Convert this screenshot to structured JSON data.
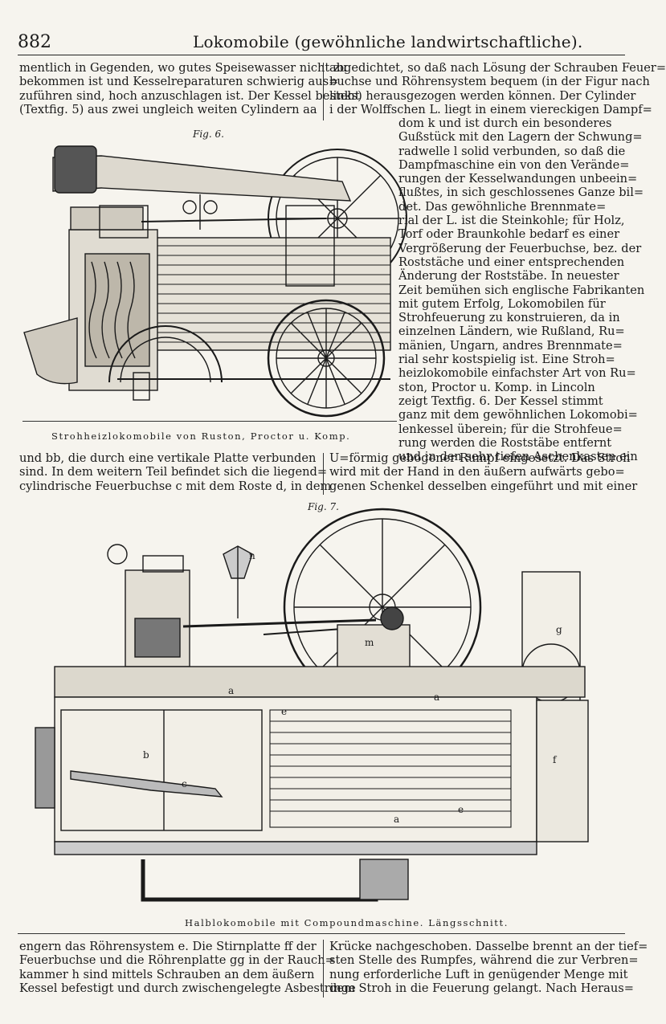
{
  "header": {
    "page_number": "882",
    "title": "Lokomobile (gewöhnliche landwirtschaftliche)."
  },
  "left_col_top": [
    "mentlich in Gegenden, wo gutes Speisewasser nicht zu",
    "bekommen ist und Kesselreparaturen schwierig aus=",
    "zuführen sind, hoch anzuschlagen ist. Der Kessel besteht",
    "(Textfig. 5) aus zwei ungleich weiten Cylindern aa"
  ],
  "right_col_top": [
    "abgedichtet, so daß nach Lösung der Schrauben Feuer=",
    "buchse und Röhrensystem bequem (in der Figur nach",
    "links) herausgezogen werden können. Der Cylinder",
    "i der Wolffschen L. liegt in einem viereckigen Dampf=",
    "dom k und ist durch ein besonderes",
    "Gußstück mit den Lagern der Schwung=",
    "radwelle l solid verbunden, so daß die",
    "Dampfmaschine ein von den Verände=",
    "rungen der Kesselwandungen unbeein=",
    "flußtes, in sich geschlossenes Ganze bil=",
    "det. Das gewöhnliche Brennmate=",
    "rial der L. ist die Steinkohle; für Holz,",
    "Torf oder Braunkohle bedarf es einer",
    "Vergrößerung der Feuerbuchse, bez. der",
    "Roststäche und einer entsprechenden",
    "Änderung der Roststäbe. In neuester",
    "Zeit bemühen sich englische Fabrikanten",
    "mit gutem Erfolg, Lokomobilen für",
    "Strohfeuerung zu konstruieren, da in",
    "einzelnen Ländern, wie Rußland, Ru=",
    "mänien, Ungarn, andres Brennmate=",
    "rial sehr kostspielig ist. Eine Stroh=",
    "heizlokomobile einfachster Art von Ru=",
    "ston, Proctor u. Komp. in Lincoln",
    "zeigt Textfig. 6. Der Kessel stimmt",
    "ganz mit dem gewöhnlichen Lokomobi=",
    "lenkessel überein; für die Strohfeue=",
    "rung werden die Roststäbe entfernt",
    "und in den sehr tiefen Aschenkasten ein"
  ],
  "fig6": {
    "label": "Fig. 6.",
    "caption": "Strohheizlokomobile von Ruston, Proctor u. Komp."
  },
  "left_col_mid": [
    "und bb, die durch eine vertikale Platte verbunden",
    "sind. In dem weitern Teil befindet sich die liegend=",
    "cylindrische Feuerbuchse c mit dem Roste d, in dem"
  ],
  "right_col_mid": [
    "U=förmig gebogener Rumpf eingesetzt. Das Stroh",
    "wird mit der Hand in den äußern aufwärts gebo=",
    "genen Schenkel desselben eingeführt und mit einer"
  ],
  "fig7": {
    "label": "Fig. 7.",
    "caption": "Halblokomobile mit Compoundmaschine. Längsschnitt.",
    "letters": {
      "n": "n",
      "m": "m",
      "g": "g",
      "a1": "a",
      "a2": "a",
      "e1": "e",
      "b": "b",
      "c": "c",
      "f": "f",
      "a3": "a",
      "e2": "e"
    }
  },
  "left_col_bottom": [
    "engern das Röhrensystem e. Die Stirnplatte ff der",
    "Feuerbuchse und die Röhrenplatte gg in der Rauch=",
    "kammer h sind mittels Schrauben an dem äußern",
    "Kessel befestigt und durch zwischengelegte Asbestringe"
  ],
  "right_col_bottom": [
    "Krücke nachgeschoben. Dasselbe brennt an der tief=",
    "sten Stelle des Rumpfes, während die zur Verbren=",
    "nung erforderliche Luft in genügender Menge mit",
    "dem Stroh in die Feuerung gelangt. Nach Heraus="
  ]
}
